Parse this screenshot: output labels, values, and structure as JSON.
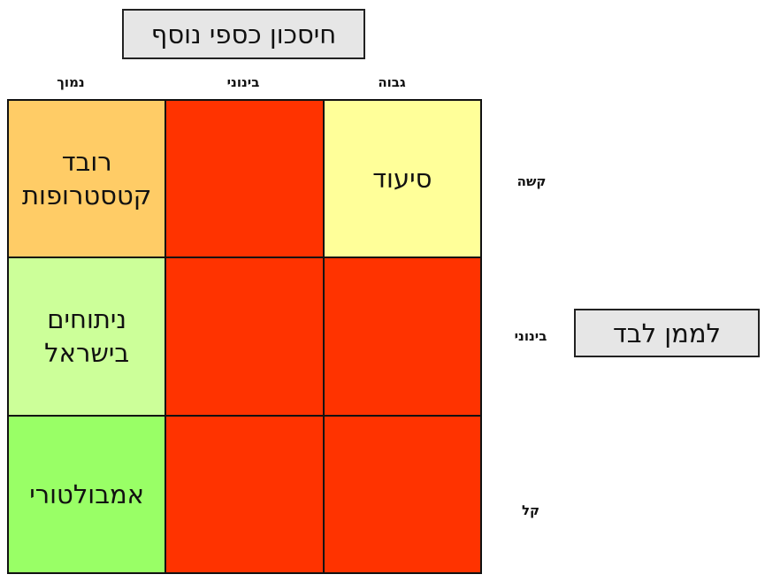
{
  "top_box": {
    "label": "חיסכון כספי נוסף"
  },
  "right_box": {
    "label": "לממן לבד"
  },
  "column_labels": [
    "נמוך",
    "בינוני",
    "גבוה"
  ],
  "row_labels": [
    "קשה",
    "בינוני",
    "קל"
  ],
  "colors": {
    "orange": "#FFCC66",
    "red": "#FF3300",
    "yellow": "#FFFF99",
    "light_green": "#CCFF99",
    "green": "#99FF66"
  },
  "cells": [
    {
      "text": "רובד\nקטסטרופות",
      "color": "#FFCC66"
    },
    {
      "text": "",
      "color": "#FF3300"
    },
    {
      "text": "סיעוד",
      "color": "#FFFF99"
    },
    {
      "text": "ניתוחים\nבישראל",
      "color": "#CCFF99"
    },
    {
      "text": "",
      "color": "#FF3300"
    },
    {
      "text": "",
      "color": "#FF3300"
    },
    {
      "text": "אמבולטורי",
      "color": "#99FF66"
    },
    {
      "text": "",
      "color": "#FF3300"
    },
    {
      "text": "",
      "color": "#FF3300"
    }
  ]
}
